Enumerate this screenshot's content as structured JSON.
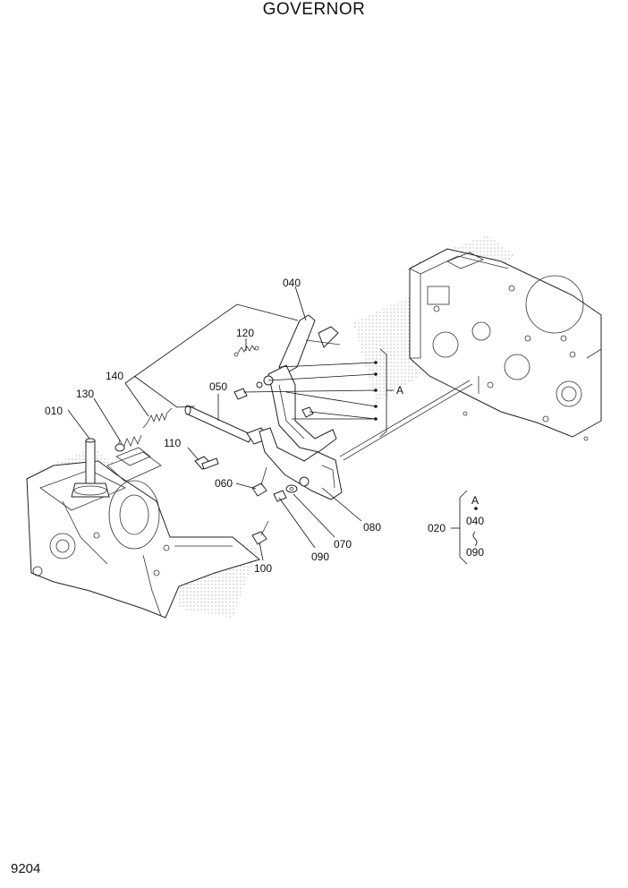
{
  "title": "GOVERNOR",
  "page_number": "9204",
  "callouts": {
    "p010": "010",
    "p130": "130",
    "p140": "140",
    "p120": "120",
    "p040": "040",
    "p050": "050",
    "p110": "110",
    "p060": "060",
    "p100": "100",
    "p090": "090",
    "p070": "070",
    "p080": "080",
    "group_a": "A"
  },
  "legend": {
    "assembly": "020",
    "ref": "A",
    "from": "040",
    "to": "090"
  }
}
